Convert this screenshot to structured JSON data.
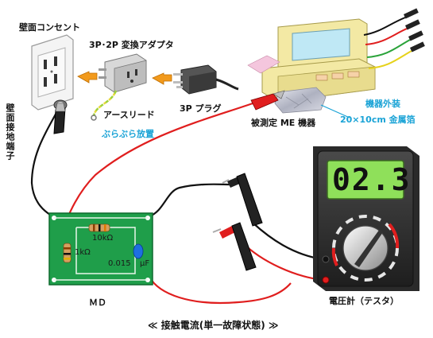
{
  "labels": {
    "wall_outlet": "壁面コンセント",
    "adapter": "3P･2P 変換アダプタ",
    "earth_lead": "アースリード",
    "dangling": "ぶらぶら放置",
    "plug_3p": "3P プラグ",
    "device": "被測定 ME 機器",
    "enclosure": "機器外装",
    "foil": "20×10cm 金属箔",
    "ground_terminal": "壁面接地端子",
    "md": "ＭＤ",
    "meter_name": "電圧計（テスタ）",
    "caption": "≪ 接触電流(単一故障状態) ≫"
  },
  "md_circuit": {
    "r1": "10kΩ",
    "r2": "1kΩ",
    "cap": "0.015",
    "cap_unit": "μF"
  },
  "meter": {
    "reading": "02.3"
  },
  "colors": {
    "red_wire": "#e01e1e",
    "black_wire": "#111111",
    "board": "#1f9e4a",
    "arrow": "#f29a1c",
    "lcd": "#8fe05a",
    "foil": "#c9cbd6"
  }
}
